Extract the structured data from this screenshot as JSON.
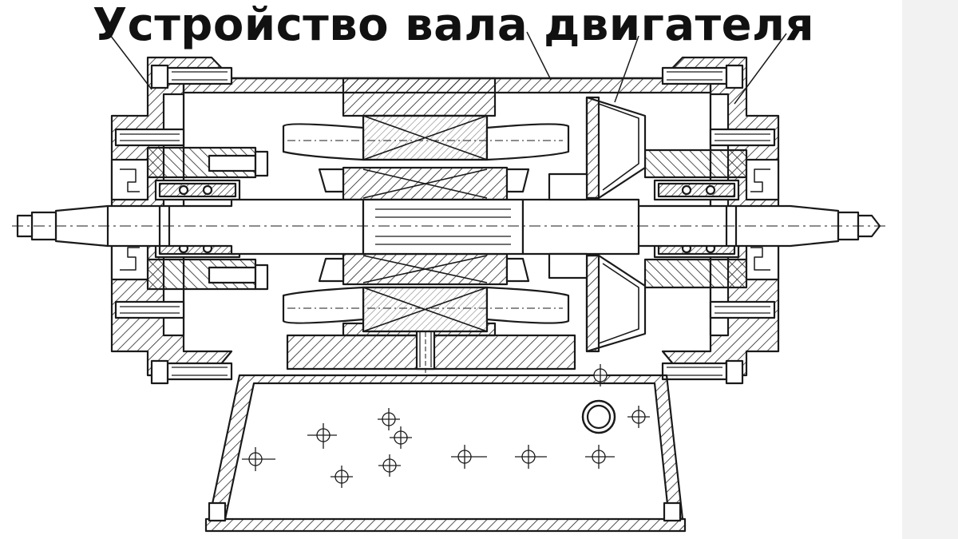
{
  "title": "Устройство вала двигателя",
  "colors": {
    "ink": "#1a1a1a",
    "background": "#ffffff",
    "side_strip": "#f2f2f3"
  },
  "parts": [
    "motor-housing",
    "stator-core",
    "rotor-core",
    "shaft",
    "left-bearing-shield",
    "right-bearing-shield",
    "left-bearing",
    "right-bearing",
    "cooling-fan",
    "mounting-base"
  ]
}
